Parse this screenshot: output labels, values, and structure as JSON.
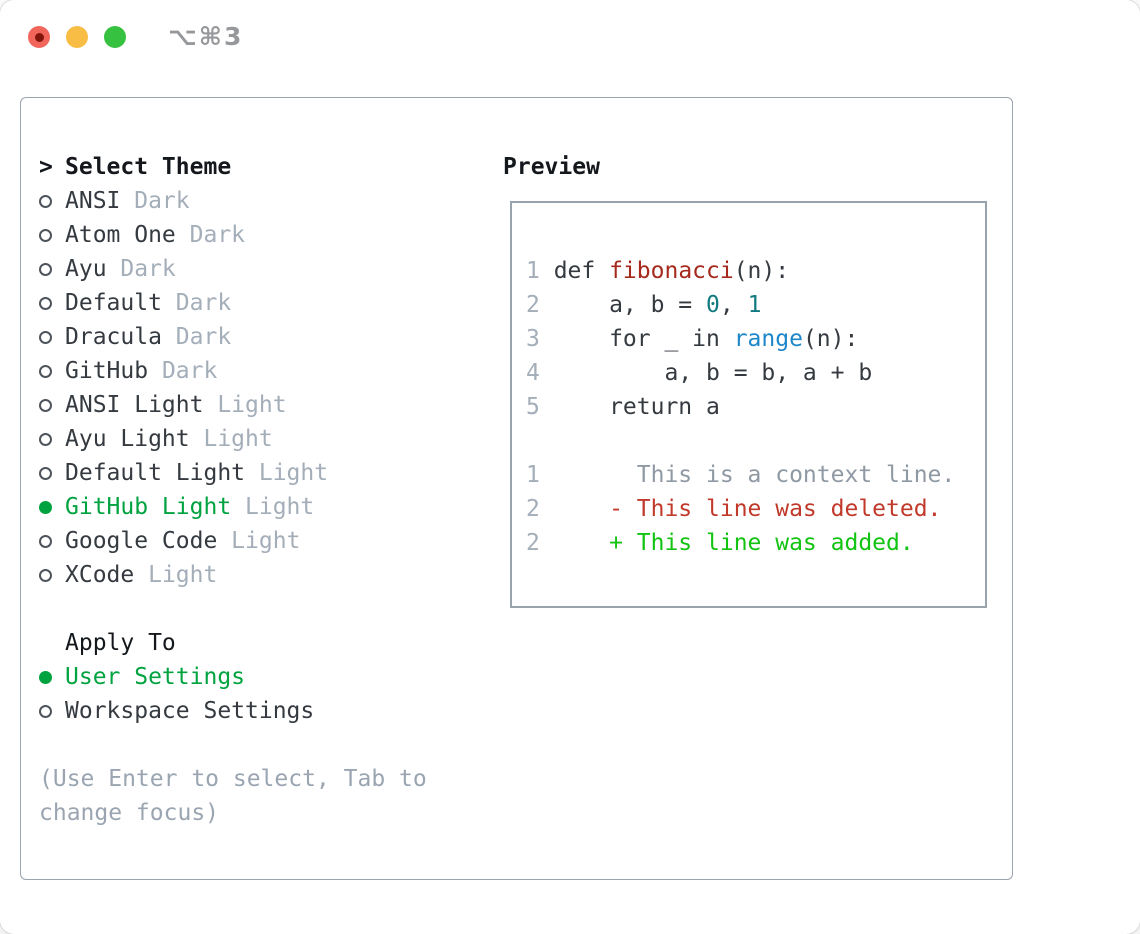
{
  "window": {
    "title": "⌥⌘3",
    "traffic_lights": [
      "close",
      "minimize",
      "zoom"
    ]
  },
  "colors": {
    "heading": "#14181c",
    "text_dark": "#343a40",
    "muted": "#a4aeb9",
    "hint": "#9aa5b1",
    "context": "#8f99a3",
    "line_number": "#a4aeb9",
    "radio_outline": "#4d545b",
    "green_select": "#00a33f",
    "green_added": "#12c312",
    "red_deleted": "#c1392b",
    "func_red": "#a52a1d",
    "builtin_blue": "#1d87c9",
    "number_teal": "#117a80",
    "panel_border": "#9aa3ae",
    "preview_border": "#99a3ad",
    "title_gray": "#96989b",
    "traffic_red": "#f2655a",
    "traffic_red_dot": "#82150c",
    "traffic_yellow": "#f8bd45",
    "traffic_green": "#36c240"
  },
  "theme_picker": {
    "prompt": ">",
    "title": "Select Theme",
    "items": [
      {
        "name": "ANSI",
        "variant": "Dark",
        "selected": false
      },
      {
        "name": "Atom One",
        "variant": "Dark",
        "selected": false
      },
      {
        "name": "Ayu",
        "variant": "Dark",
        "selected": false
      },
      {
        "name": "Default",
        "variant": "Dark",
        "selected": false
      },
      {
        "name": "Dracula",
        "variant": "Dark",
        "selected": false
      },
      {
        "name": "GitHub",
        "variant": "Dark",
        "selected": false
      },
      {
        "name": "ANSI Light",
        "variant": "Light",
        "selected": false
      },
      {
        "name": "Ayu Light",
        "variant": "Light",
        "selected": false
      },
      {
        "name": "Default Light",
        "variant": "Light",
        "selected": false
      },
      {
        "name": "GitHub Light",
        "variant": "Light",
        "selected": true
      },
      {
        "name": "Google Code",
        "variant": "Light",
        "selected": false
      },
      {
        "name": "XCode",
        "variant": "Light",
        "selected": false
      }
    ]
  },
  "apply_to": {
    "title": "Apply To",
    "options": [
      {
        "label": "User Settings",
        "selected": true
      },
      {
        "label": "Workspace Settings",
        "selected": false
      }
    ]
  },
  "hint": "(Use Enter to select, Tab to change focus)",
  "preview": {
    "title": "Preview",
    "lines": [
      {
        "num": "1",
        "kind": "code",
        "tokens": [
          [
            "def ",
            "code"
          ],
          [
            "fibonacci",
            "func"
          ],
          [
            "(n):",
            "code"
          ]
        ]
      },
      {
        "num": "2",
        "kind": "code",
        "tokens": [
          [
            "    a, b = ",
            "code"
          ],
          [
            "0",
            "num"
          ],
          [
            ", ",
            "code"
          ],
          [
            "1",
            "num"
          ]
        ]
      },
      {
        "num": "3",
        "kind": "code",
        "tokens": [
          [
            "    for _ in ",
            "code"
          ],
          [
            "range",
            "builtin"
          ],
          [
            "(n):",
            "code"
          ]
        ]
      },
      {
        "num": "4",
        "kind": "code",
        "tokens": [
          [
            "        a, b = b, a + b",
            "code"
          ]
        ]
      },
      {
        "num": "5",
        "kind": "code",
        "tokens": [
          [
            "    return a",
            "code"
          ]
        ]
      },
      {
        "num": "",
        "kind": "blank",
        "tokens": []
      },
      {
        "num": "1",
        "kind": "diff-context",
        "tokens": [
          [
            "      This is a context line.",
            "context"
          ]
        ]
      },
      {
        "num": "2",
        "kind": "diff-deleted",
        "tokens": [
          [
            "    - This line was deleted.",
            "deleted"
          ]
        ]
      },
      {
        "num": "2",
        "kind": "diff-added",
        "tokens": [
          [
            "    + This line was added.",
            "added"
          ]
        ]
      }
    ]
  }
}
